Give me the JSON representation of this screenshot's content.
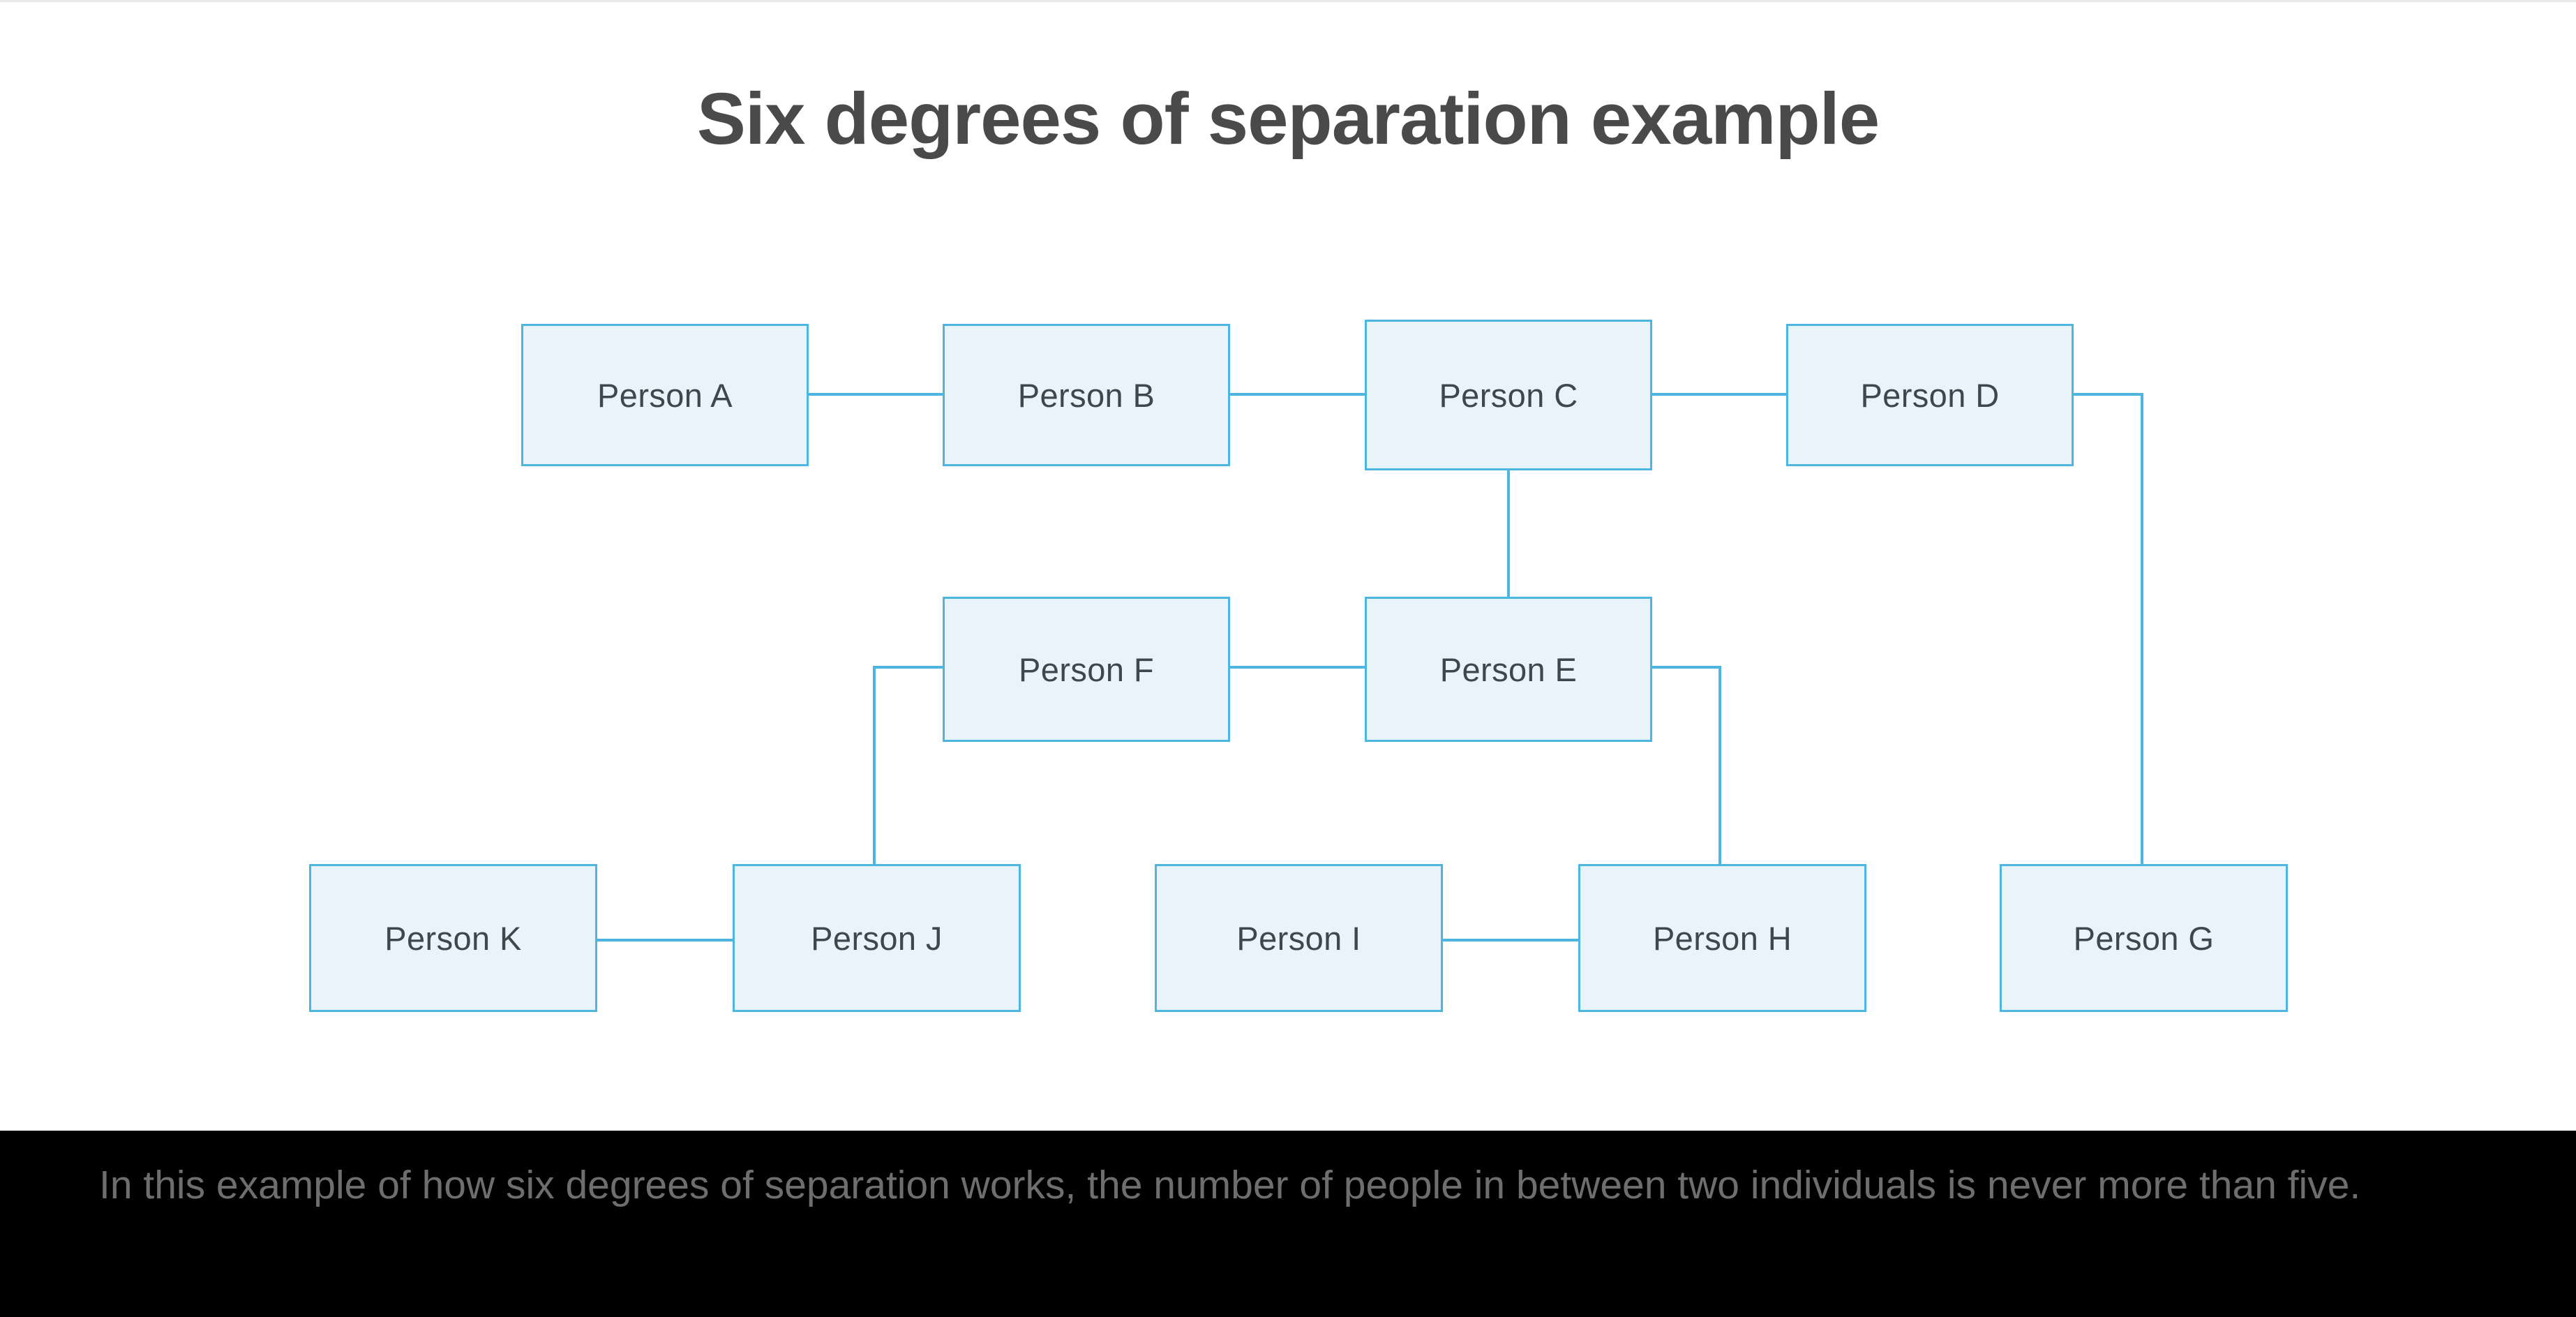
{
  "figure": {
    "title": "Six degrees of separation example",
    "title_color": "#4a4a4a",
    "background_color": "#ffffff"
  },
  "diagram": {
    "type": "network-graph",
    "node_fill_color": "#e8f4fa",
    "node_border_color": "#4cb6e0",
    "node_label_color": "#3f474c",
    "edge_color": "#4cb6e0",
    "nodes": [
      {
        "id": "A",
        "label": "Person A",
        "row": 1
      },
      {
        "id": "B",
        "label": "Person B",
        "row": 1
      },
      {
        "id": "C",
        "label": "Person C",
        "row": 1
      },
      {
        "id": "D",
        "label": "Person D",
        "row": 1
      },
      {
        "id": "F",
        "label": "Person F",
        "row": 2
      },
      {
        "id": "E",
        "label": "Person E",
        "row": 2
      },
      {
        "id": "K",
        "label": "Person K",
        "row": 3
      },
      {
        "id": "J",
        "label": "Person J",
        "row": 3
      },
      {
        "id": "I",
        "label": "Person I",
        "row": 3
      },
      {
        "id": "H",
        "label": "Person H",
        "row": 3
      },
      {
        "id": "G",
        "label": "Person G",
        "row": 3
      }
    ],
    "edges": [
      {
        "from": "A",
        "to": "B"
      },
      {
        "from": "B",
        "to": "C"
      },
      {
        "from": "C",
        "to": "D"
      },
      {
        "from": "C",
        "to": "E"
      },
      {
        "from": "F",
        "to": "E"
      },
      {
        "from": "F",
        "to": "J"
      },
      {
        "from": "E",
        "to": "H"
      },
      {
        "from": "D",
        "to": "G"
      },
      {
        "from": "K",
        "to": "J"
      },
      {
        "from": "I",
        "to": "H"
      }
    ]
  },
  "caption": {
    "text": "In this example of how six degrees of separation works, the number of people in between two individuals is never more than five.",
    "background_color": "#000000",
    "text_color": "#6e6e6e"
  }
}
